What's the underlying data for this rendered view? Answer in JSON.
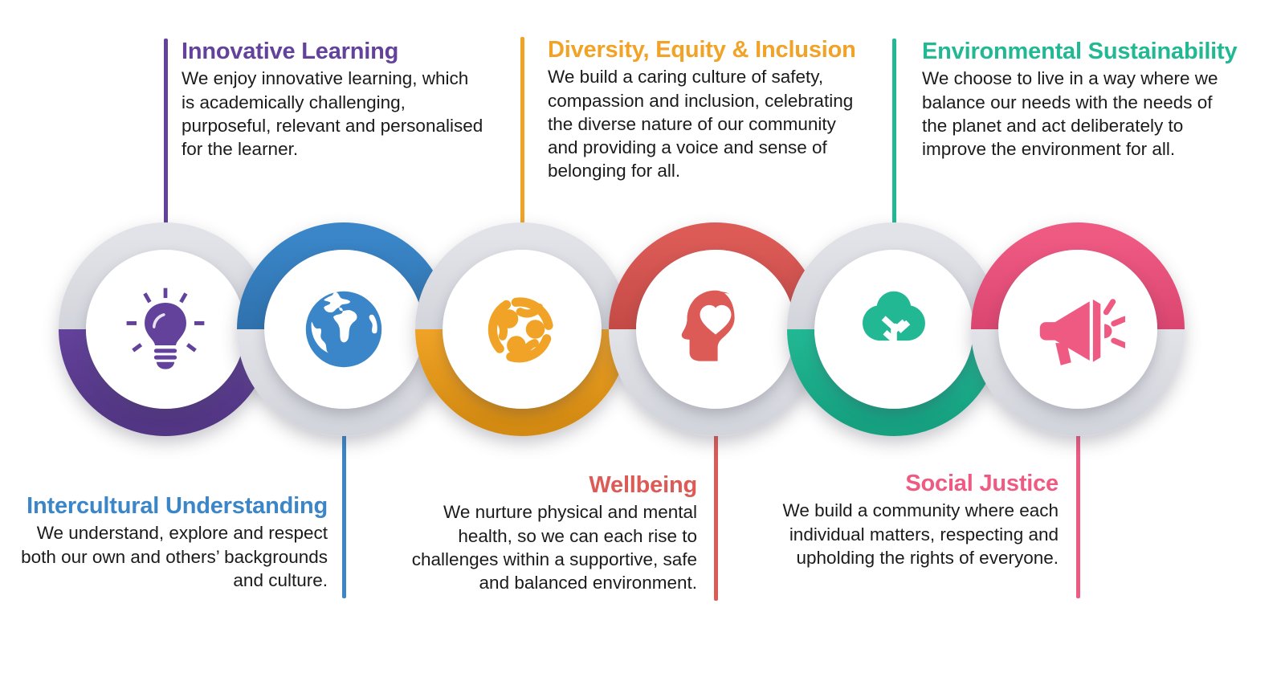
{
  "infographic": {
    "title_hidden": "",
    "ring_gray": "#e2e3e8",
    "ring_gray_dark": "#d3d5dc",
    "hub_color": "#ffffff"
  },
  "items": [
    {
      "id": "innovative-learning",
      "title": "Innovative Learning",
      "body": "We enjoy innovative learning, which is academically challenging, purposeful, relevant and personalised for the learner.",
      "color": "#63429b",
      "color_dark": "#523583",
      "icon": "lightbulb-icon",
      "text_position": "top",
      "colored_half": "bottom"
    },
    {
      "id": "intercultural-understanding",
      "title": "Intercultural Understanding",
      "body": "We understand, explore and respect both our own and others’ backgrounds and culture.",
      "color": "#3a86c8",
      "color_dark": "#2f71ad",
      "icon": "globe-icon",
      "text_position": "bottom",
      "colored_half": "top"
    },
    {
      "id": "diversity-equity-inclusion",
      "title": "Diversity, Equity & Inclusion",
      "body": "We build a caring culture of safety, compassion and inclusion, celebrating the diverse nature of our community and providing a voice and sense of belonging for all.",
      "color": "#f0a326",
      "color_dark": "#d38a12",
      "icon": "people-circle-icon",
      "text_position": "top",
      "colored_half": "bottom"
    },
    {
      "id": "wellbeing",
      "title": "Wellbeing",
      "body": "We nurture physical and mental health, so we can each rise to challenges within a supportive, safe and balanced environment.",
      "color": "#dc5b57",
      "color_dark": "#c44a46",
      "icon": "head-heart-icon",
      "text_position": "bottom",
      "colored_half": "top"
    },
    {
      "id": "environmental-sustainability",
      "title": "Environmental Sustainability",
      "body": "We choose to live in a way where we balance our needs with the needs of the planet and act deliberately to improve the environment for all.",
      "color": "#22b894",
      "color_dark": "#16a080",
      "icon": "tree-icon",
      "text_position": "top",
      "colored_half": "bottom"
    },
    {
      "id": "social-justice",
      "title": "Social Justice",
      "body": "We build a community where each individual matters, respecting and upholding the rights of everyone.",
      "color": "#ef5a83",
      "color_dark": "#d94670",
      "icon": "megaphone-icon",
      "text_position": "bottom",
      "colored_half": "top"
    }
  ]
}
